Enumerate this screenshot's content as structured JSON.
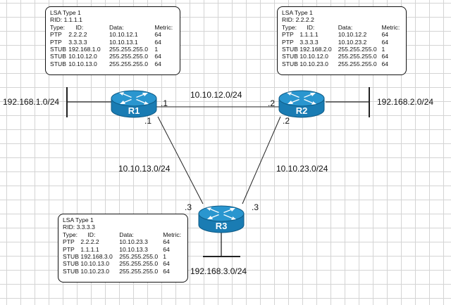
{
  "lsa_tables": [
    {
      "title": "LSA Type 1",
      "rid": "RID: 1.1.1.1",
      "headers": [
        "Type:",
        "ID:",
        "Data:",
        "Metric:"
      ],
      "rows": [
        [
          "PTP",
          "2.2.2.2",
          "10.10.12.1",
          "64"
        ],
        [
          "PTP",
          "3.3.3.3",
          "10.10.13.1",
          "64"
        ],
        [
          "STUB",
          "192.168.1.0",
          "255.255.255.0",
          "1"
        ],
        [
          "STUB",
          "10.10.12.0",
          "255.255.255.0",
          "64"
        ],
        [
          "STUB",
          "10.10.13.0",
          "255.255.255.0",
          "64"
        ]
      ]
    },
    {
      "title": "LSA Type 1",
      "rid": "RID: 2.2.2.2",
      "headers": [
        "Type:",
        "ID:",
        "Data:",
        "Metric:"
      ],
      "rows": [
        [
          "PTP",
          "1.1.1.1",
          "10.10.12.2",
          "64"
        ],
        [
          "PTP",
          "3.3.3.3",
          "10.10.23.2",
          "64"
        ],
        [
          "STUB",
          "192.168.2.0",
          "255.255.255.0",
          "1"
        ],
        [
          "STUB",
          "10.10.12.0",
          "255.255.255.0",
          "64"
        ],
        [
          "STUB",
          "10.10.23.0",
          "255.255.255.0",
          "64"
        ]
      ]
    },
    {
      "title": "LSA Type 1",
      "rid": "RID: 3.3.3.3",
      "headers": [
        "Type:",
        "ID:",
        "Data:",
        "Metric:"
      ],
      "rows": [
        [
          "PTP",
          "2.2.2.2",
          "10.10.23.3",
          "64"
        ],
        [
          "PTP",
          "1.1.1.1",
          "10.10.13.3",
          "64"
        ],
        [
          "STUB",
          "192.168.3.0",
          "255.255.255.0",
          "1"
        ],
        [
          "STUB",
          "10.10.13.0",
          "255.255.255.0",
          "64"
        ],
        [
          "STUB",
          "10.10.23.0",
          "255.255.255.0",
          "64"
        ]
      ]
    }
  ],
  "routers": [
    {
      "label": "R1"
    },
    {
      "label": "R2"
    },
    {
      "label": "R3"
    }
  ],
  "link_labels": {
    "r1_r2": "10.10.12.0/24",
    "r1_r3": "10.10.13.0/24",
    "r2_r3": "10.10.23.0/24"
  },
  "interface_labels": {
    "r1_to_r2": ".1",
    "r2_to_r1": ".2",
    "r1_to_r3": ".1",
    "r3_to_r1": ".3",
    "r2_to_r3": ".2",
    "r3_to_r2": ".3"
  },
  "lan_labels": {
    "r1": "192.168.1.0/24",
    "r2": "192.168.2.0/24",
    "r3": "192.168.3.0/24"
  },
  "colors": {
    "router_body": "#1a7cb3",
    "router_top": "#2a96cf",
    "router_edge": "#0e5a85",
    "line": "#222222",
    "grid": "#d4d4d4"
  }
}
